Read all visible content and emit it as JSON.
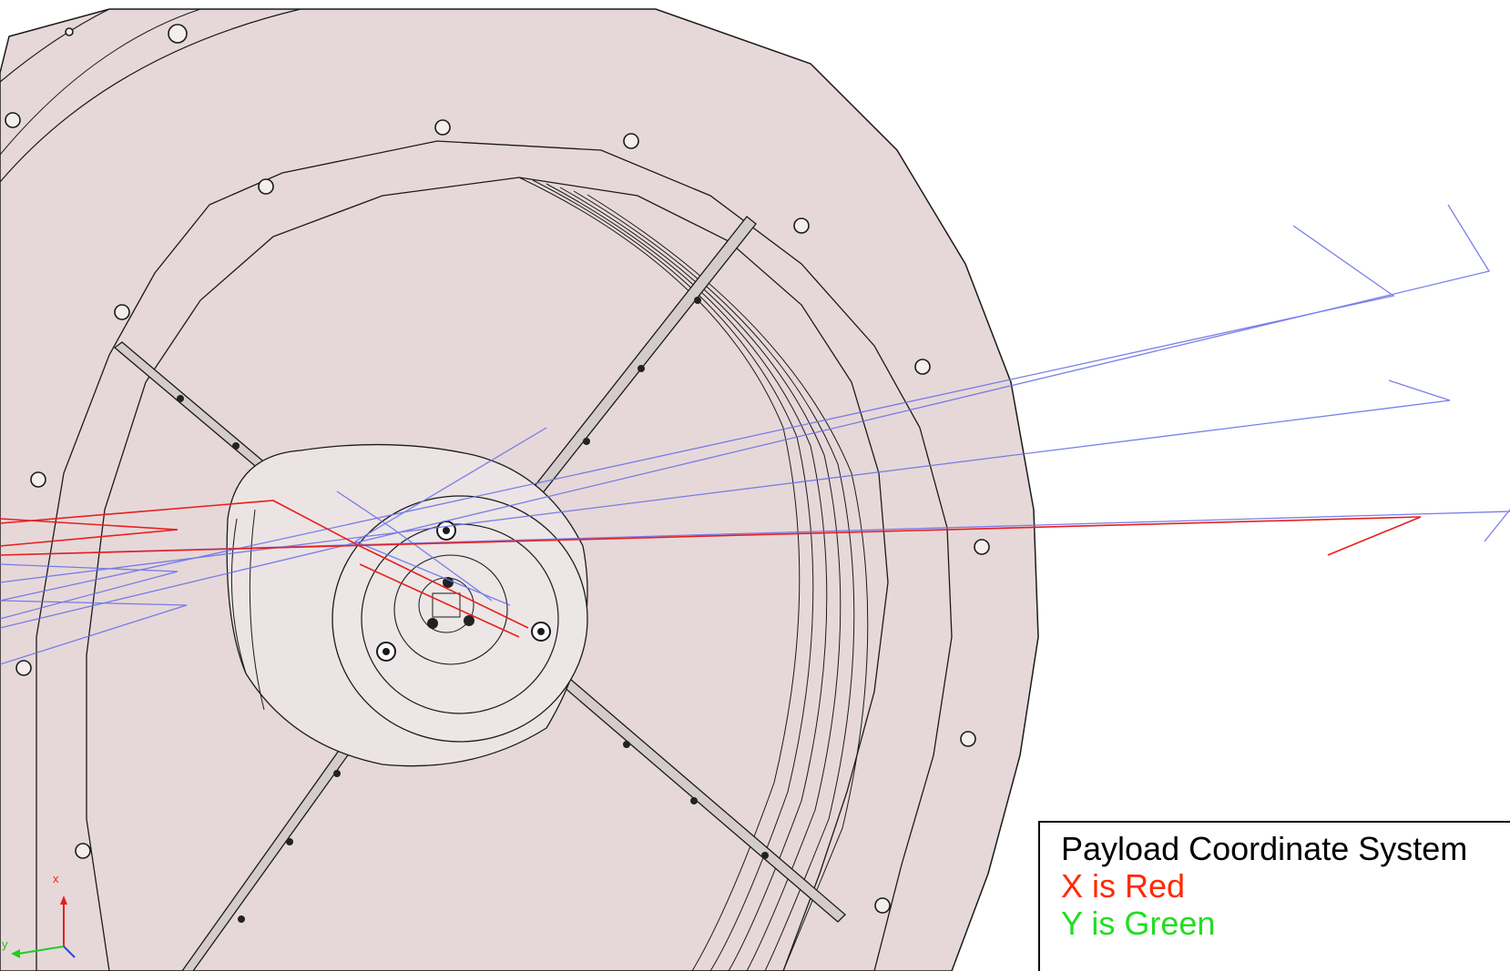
{
  "legend": {
    "title": "Payload Coordinate System",
    "x_line": "X is Red",
    "y_line": "Y is Green"
  },
  "triad": {
    "x_label": "x",
    "y_label": "y"
  },
  "colors": {
    "background": "#ffffff",
    "plate": "#e6d8d9",
    "edge": "#1a1a1a",
    "x_axis": "#e81e1e",
    "y_axis": "#22cc22",
    "ray": "#6b72e8"
  },
  "icons": [
    "coordinate-triad-icon"
  ]
}
